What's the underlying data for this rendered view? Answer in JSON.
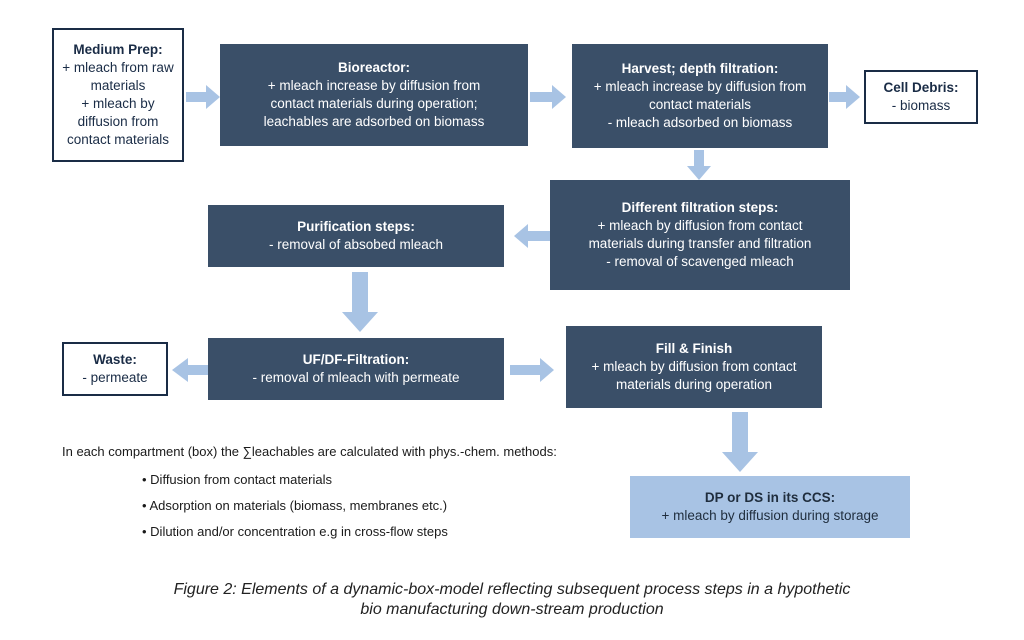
{
  "boxes": {
    "medium_prep": {
      "title": "Medium Prep:",
      "lines": [
        "+ mleach from raw materials",
        "+ mleach by diffusion from contact materials"
      ]
    },
    "bioreactor": {
      "title": "Bioreactor:",
      "lines": [
        "+ mleach increase by diffusion from",
        "contact materials during operation;",
        "leachables are adsorbed on biomass"
      ]
    },
    "harvest": {
      "title": "Harvest; depth filtration:",
      "lines": [
        "+ mleach increase by diffusion from",
        "contact materials",
        "- mleach adsorbed on biomass"
      ]
    },
    "cell_debris": {
      "title": "Cell Debris:",
      "lines": [
        "- biomass"
      ]
    },
    "filtration_steps": {
      "title": "Different filtration steps:",
      "lines": [
        "+ mleach by diffusion from contact",
        "materials during transfer and filtration",
        "- removal of scavenged mleach"
      ]
    },
    "purification": {
      "title": "Purification steps:",
      "lines": [
        "- removal of absobed mleach"
      ]
    },
    "ufdf": {
      "title": "UF/DF-Filtration:",
      "lines": [
        "- removal of mleach with permeate"
      ]
    },
    "waste": {
      "title": "Waste:",
      "lines": [
        "- permeate"
      ]
    },
    "fill_finish": {
      "title": "Fill & Finish",
      "lines": [
        "+ mleach by diffusion from contact",
        "materials during operation"
      ]
    },
    "dp_ds": {
      "title": "DP or DS in its CCS:",
      "lines": [
        "+ mleach by diffusion during storage"
      ]
    }
  },
  "note": "In each compartment (box) the ∑leachables are  calculated with phys.-chem. methods:",
  "bullets": [
    "• Diffusion from contact materials",
    "• Adsorption on materials (biomass, membranes etc.)",
    "• Dilution and/or concentration e.g in cross-flow steps"
  ],
  "caption": [
    "Figure 2: Elements of a dynamic-box-model reflecting subsequent process steps in a hypothetic",
    "bio manufacturing down-stream production"
  ],
  "colors": {
    "dark_box": "#3a4f68",
    "light_box": "#a8c3e4",
    "arrow": "#a8c3e4",
    "outline": "#1a2c46"
  }
}
